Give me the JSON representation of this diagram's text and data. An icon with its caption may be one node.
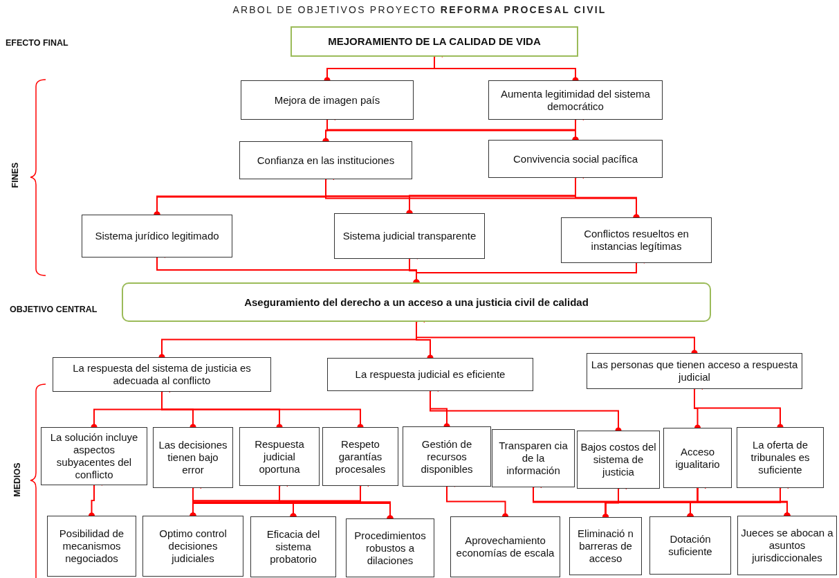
{
  "diagram": {
    "title": "ARBOL DE OBJETIVOS PROYECTO **REFORMA PROCESAL CIVIL**",
    "nodes": [
      {
        "text": [
          "MEJORAMIENTO DE LA CALIDAD DE VIDA"
        ]
      },
      {
        "text": [
          "Mejora de imagen país"
        ]
      },
      {
        "text": [
          "Aumenta legitimidad del sistema democrático"
        ]
      },
      {
        "text": [
          "Confianza en las instituciones"
        ]
      },
      {
        "text": [
          "Convivencia social pacífica"
        ]
      },
      {
        "text": [
          "Sistema jurídico legitimado"
        ]
      },
      {
        "text": [
          "Sistema judicial transparente"
        ]
      },
      {
        "text": [
          "Conflictos resueltos en instancias legítimas"
        ]
      },
      {
        "text": [
          "Aseguramiento del derecho a un acceso a una justicia civil de calidad"
        ]
      },
      {
        "text": [
          "La respuesta del sistema de justicia es adecuada al conflicto"
        ]
      },
      {
        "text": [
          "La respuesta judicial es eficiente"
        ]
      },
      {
        "text": [
          "Las personas que tienen acceso a respuesta judicial"
        ]
      },
      {
        "text": [
          "La solución incluye aspectos subyacentes del conflicto"
        ]
      },
      {
        "text": [
          "Las decisiones tienen bajo error"
        ]
      },
      {
        "text": [
          "Respuesta judicial oportuna"
        ]
      },
      {
        "text": [
          "Respeto garantías procesales"
        ]
      },
      {
        "text": [
          "Gestión de recursos disponibles"
        ]
      },
      {
        "text": [
          "Transparen cia de la información"
        ]
      },
      {
        "text": [
          "Bajos costos del sistema de justicia"
        ]
      },
      {
        "text": [
          "Acceso igualitario"
        ]
      },
      {
        "text": [
          "La oferta de tribunales es suficiente"
        ]
      },
      {
        "text": [
          "Posibilidad de mecanismos negociados"
        ]
      },
      {
        "text": [
          "Optimo control decisiones judiciales"
        ]
      },
      {
        "text": [
          "Eficacia del sistema probatorio"
        ]
      },
      {
        "text": [
          "Procedimientos robustos a dilaciones"
        ]
      },
      {
        "text": [
          "Aprovechamiento economías de escala"
        ]
      },
      {
        "text": [
          "Eliminació n barreras de acceso"
        ]
      },
      {
        "text": [
          "Dotación suficiente"
        ]
      },
      {
        "text": [
          "Jueces se abocan a asuntos jurisdiccionales"
        ]
      }
    ],
    "edges": [
      {
        "from": 1,
        "to": 0,
        "arrow": "to"
      },
      {
        "from": 2,
        "to": 0,
        "arrow": "to"
      },
      {
        "from": 3,
        "to": 1,
        "arrow": "to"
      },
      {
        "from": 3,
        "to": 2,
        "arrow": "to"
      },
      {
        "from": 4,
        "to": 1,
        "arrow": "to"
      },
      {
        "from": 4,
        "to": 2,
        "arrow": "to"
      },
      {
        "from": 5,
        "to": 3,
        "arrow": "to"
      },
      {
        "from": 5,
        "to": 4,
        "arrow": "to"
      },
      {
        "from": 6,
        "to": 3,
        "arrow": "to"
      },
      {
        "from": 6,
        "to": 4,
        "arrow": "to"
      },
      {
        "from": 7,
        "to": 3,
        "arrow": "to"
      },
      {
        "from": 7,
        "to": 4,
        "arrow": "to"
      },
      {
        "from": 8,
        "to": 5,
        "arrow": "to"
      },
      {
        "from": 8,
        "to": 6,
        "arrow": "to"
      },
      {
        "from": 8,
        "to": 7,
        "arrow": "to"
      },
      {
        "from": 9,
        "to": 8,
        "arrow": "to"
      },
      {
        "from": 10,
        "to": 8,
        "arrow": "to"
      },
      {
        "from": 11,
        "to": 8,
        "arrow": "to"
      },
      {
        "from": 12,
        "to": 9,
        "arrow": "to"
      },
      {
        "from": 13,
        "to": 9,
        "arrow": "to"
      },
      {
        "from": 14,
        "to": 9,
        "arrow": "to"
      },
      {
        "from": 15,
        "to": 9,
        "arrow": "to"
      },
      {
        "from": 16,
        "to": 10,
        "arrow": "to"
      },
      {
        "from": 18,
        "to": 10,
        "arrow": "to"
      },
      {
        "from": 19,
        "to": 11,
        "arrow": "to"
      },
      {
        "from": 20,
        "to": 11,
        "arrow": "to"
      },
      {
        "from": 21,
        "to": 12,
        "arrow": "to"
      },
      {
        "from": 22,
        "to": 13,
        "arrow": "to"
      },
      {
        "from": 22,
        "to": 14,
        "arrow": "to"
      },
      {
        "from": 22,
        "to": 15,
        "arrow": "to"
      },
      {
        "from": 23,
        "to": 13,
        "arrow": "to"
      },
      {
        "from": 23,
        "to": 14,
        "arrow": "to"
      },
      {
        "from": 23,
        "to": 15,
        "arrow": "to"
      },
      {
        "from": 24,
        "to": 13,
        "arrow": "to"
      },
      {
        "from": 24,
        "to": 14,
        "arrow": "to"
      },
      {
        "from": 24,
        "to": 15,
        "arrow": "to"
      },
      {
        "from": 25,
        "to": 16,
        "arrow": "to"
      },
      {
        "from": 26,
        "to": 17,
        "arrow": "to"
      },
      {
        "from": 26,
        "to": 18,
        "arrow": "to"
      },
      {
        "from": 26,
        "to": 19,
        "arrow": "to"
      },
      {
        "from": 26,
        "to": 20,
        "arrow": "to"
      },
      {
        "from": 27,
        "to": 17,
        "arrow": "to"
      },
      {
        "from": 27,
        "to": 18,
        "arrow": "to"
      },
      {
        "from": 27,
        "to": 19,
        "arrow": "to"
      },
      {
        "from": 27,
        "to": 20,
        "arrow": "to"
      },
      {
        "from": 28,
        "to": 17,
        "arrow": "to"
      },
      {
        "from": 28,
        "to": 18,
        "arrow": "to"
      },
      {
        "from": 28,
        "to": 19,
        "arrow": "to"
      },
      {
        "from": 28,
        "to": 20,
        "arrow": "to"
      }
    ],
    "labels": [
      "EFECTO FINAL",
      "FINES",
      "OBJETIVO CENTRAL",
      "MEDIOS"
    ]
  }
}
